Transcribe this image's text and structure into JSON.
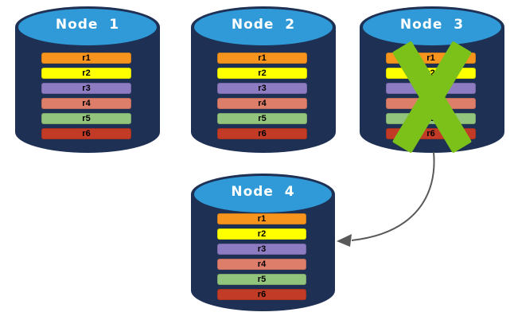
{
  "colors": {
    "background": "#FFFFFF",
    "cylinder_body": "#1E3054",
    "cylinder_top": "#2F9AD7",
    "node_title_text": "#FFFFFF",
    "row_label_text": "#000000",
    "x_mark": "#7CC01A",
    "arrow": "#595959"
  },
  "nodes": [
    {
      "id": "node-1",
      "label": "Node  1",
      "failed_marker": false,
      "rows": [
        {
          "label": "r1",
          "color": "#F7941D"
        },
        {
          "label": "r2",
          "color": "#FFFF00"
        },
        {
          "label": "r3",
          "color": "#8E7CC3"
        },
        {
          "label": "r4",
          "color": "#DD7E6B"
        },
        {
          "label": "r5",
          "color": "#93C47D"
        },
        {
          "label": "r6",
          "color": "#C23B26"
        }
      ]
    },
    {
      "id": "node-2",
      "label": "Node  2",
      "failed_marker": false,
      "rows": [
        {
          "label": "r1",
          "color": "#F7941D"
        },
        {
          "label": "r2",
          "color": "#FFFF00"
        },
        {
          "label": "r3",
          "color": "#8E7CC3"
        },
        {
          "label": "r4",
          "color": "#DD7E6B"
        },
        {
          "label": "r5",
          "color": "#93C47D"
        },
        {
          "label": "r6",
          "color": "#C23B26"
        }
      ]
    },
    {
      "id": "node-3",
      "label": "Node  3",
      "failed_marker": true,
      "rows": [
        {
          "label": "r1",
          "color": "#F7941D"
        },
        {
          "label": "r2",
          "color": "#FFFF00"
        },
        {
          "label": "r3",
          "color": "#8E7CC3"
        },
        {
          "label": "r4",
          "color": "#DD7E6B"
        },
        {
          "label": "r5",
          "color": "#93C47D"
        },
        {
          "label": "r6",
          "color": "#C23B26"
        }
      ]
    },
    {
      "id": "node-4",
      "label": "Node  4",
      "failed_marker": false,
      "rows": [
        {
          "label": "r1",
          "color": "#F7941D"
        },
        {
          "label": "r2",
          "color": "#FFFF00"
        },
        {
          "label": "r3",
          "color": "#8E7CC3"
        },
        {
          "label": "r4",
          "color": "#DD7E6B"
        },
        {
          "label": "r5",
          "color": "#93C47D"
        },
        {
          "label": "r6",
          "color": "#C23B26"
        }
      ]
    }
  ],
  "arrow": {
    "from": "node-3",
    "to": "node-4"
  }
}
